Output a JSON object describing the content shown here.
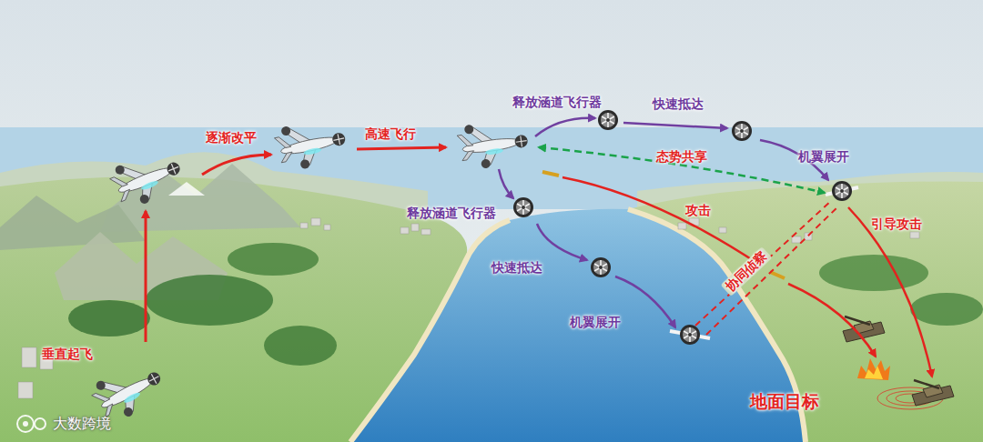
{
  "diagram": {
    "labels": [
      "逐渐改平",
      "高速飞行",
      "释放涵道飞行器",
      "快速抵达",
      "态势共享",
      "机翼展开",
      "释放涵道飞行器",
      "攻击",
      "引导攻击",
      "快速抵达",
      "协同侦察",
      "机翼展开",
      "垂直起飞",
      "地面目标",
      "大数跨境"
    ]
  }
}
